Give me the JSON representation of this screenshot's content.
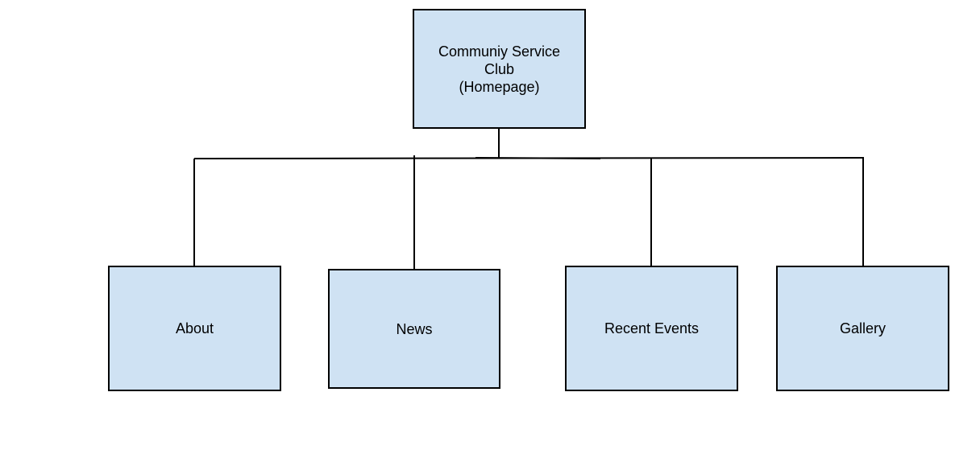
{
  "colors": {
    "node_fill": "#cfe2f3",
    "node_border": "#000000",
    "connector": "#000000",
    "background": "#ffffff"
  },
  "sitemap": {
    "root": {
      "line1": "Communiy Service",
      "line2": "Club",
      "line3": "(Homepage)"
    },
    "children": [
      {
        "label": "About"
      },
      {
        "label": "News"
      },
      {
        "label": "Recent Events"
      },
      {
        "label": "Gallery"
      }
    ]
  }
}
